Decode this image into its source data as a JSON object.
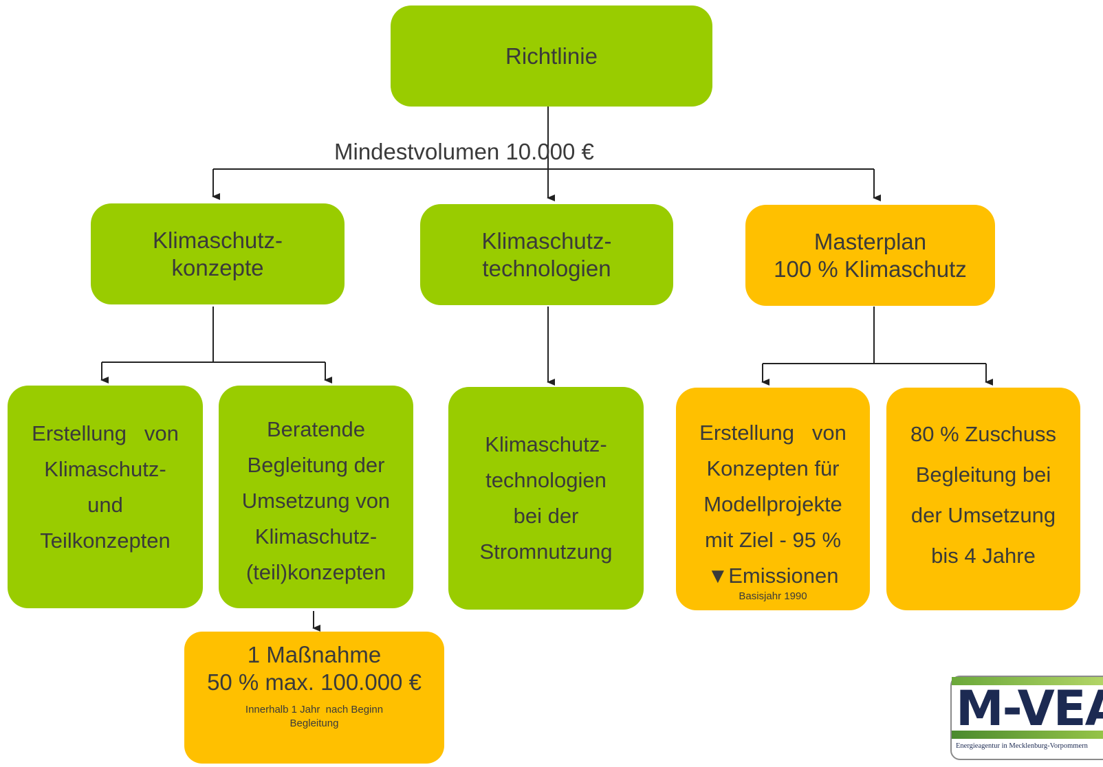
{
  "nodes": {
    "richtlinie": [
      "Richtlinie"
    ],
    "mindestvolumen": "Mindestvolumen 10.000 €",
    "klimaschutzkonzepte": [
      "Klimaschutz-",
      "konzepte"
    ],
    "klimaschutztechnologien": [
      "Klimaschutz-",
      "technologien"
    ],
    "masterplan": [
      "Masterplan",
      "100 % Klimaschutz"
    ],
    "erstellung_teilkonzepte": [
      "Erstellung   von",
      "Klimaschutz-",
      "und",
      "Teilkonzepten"
    ],
    "beratende_begleitung": [
      "Beratende",
      "Begleitung der",
      "Umsetzung von",
      "Klimaschutz-",
      "(teil)konzepten"
    ],
    "technologien_strom": [
      "Klimaschutz-",
      "technologien",
      "bei der",
      "Stromnutzung"
    ],
    "erstellung_modellprojekte": [
      "Erstellung   von",
      "Konzepten für",
      "Modellprojekte",
      "mit Ziel - 95 %",
      "▼Emissionen"
    ],
    "basisjahr": "Basisjahr 1990",
    "zuschuss": [
      "80 % Zuschuss",
      "Begleitung bei",
      "der Umsetzung",
      "bis 4 Jahre"
    ],
    "massnahme": {
      "lines": [
        "1 Maßnahme",
        "50 % max. 100.000 €"
      ],
      "note": [
        "Innerhalb 1 Jahr  nach Beginn",
        "Begleitung"
      ]
    }
  },
  "logo": {
    "text": "M-VEA",
    "subtitle": "Energieagentur in Mecklenburg-Vorpommern"
  },
  "colors": {
    "green": "#99cc00",
    "orange": "#ffc000",
    "line": "#222222",
    "text": "#3a3a3a"
  }
}
